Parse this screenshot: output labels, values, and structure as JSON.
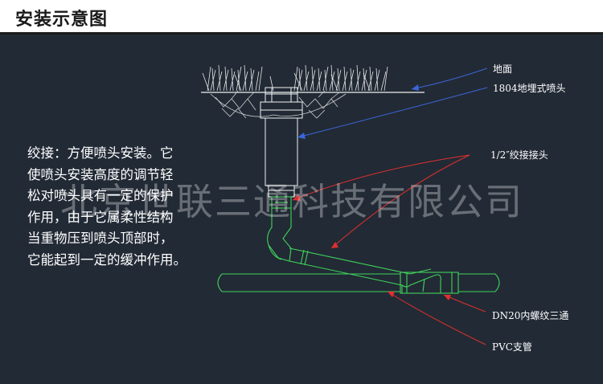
{
  "header": {
    "title": "安装示意图"
  },
  "description": {
    "lines": [
      "绞接：方便喷头安装。它",
      "使喷头安装高度的调节轻",
      "松对喷头具有一定的保护",
      "作用，由于它属柔性结构",
      "当重物压到喷头顶部时，",
      "它能起到一定的缓冲作用。"
    ]
  },
  "watermark": "北京世联三通科技有限公司",
  "labels": {
    "ground": "地面",
    "sprinkler": "1804地埋式喷头",
    "swing_joint": "1/2″绞接接头",
    "tee": "DN20内螺纹三通",
    "pvc_pipe": "PVC支管"
  },
  "colors": {
    "background": "#222a35",
    "pipe": "#3fd35a",
    "leader_blue": "#3a66d8",
    "leader_red": "#e03030",
    "sprinkler": "#f2f2f2",
    "text": "#ffffff"
  }
}
